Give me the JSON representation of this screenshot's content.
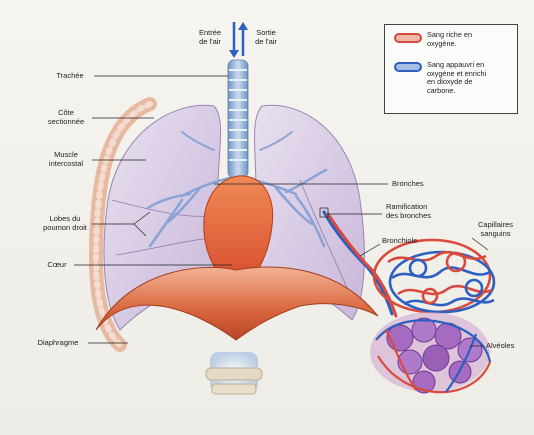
{
  "labels": {
    "entree_air": "Entrée\nde l'air",
    "sortie_air": "Sortie\nde l'air",
    "trachee": "Trachée",
    "cote_sectionnee": "Côte\nsectionnée",
    "muscle_intercostal": "Muscle\nintercostal",
    "lobes_poumon_droit": "Lobes du\npoumon droit",
    "coeur": "Cœur",
    "diaphragme": "Diaphragme",
    "bronches": "Bronches",
    "ramification_bronches": "Ramification\ndes bronches",
    "capillaires_sanguins": "Capillaires\nsanguins",
    "bronchiole": "Bronchiole",
    "alveoles": "Alvéoles"
  },
  "legend": {
    "oxygen_rich": "Sang riche en\noxygène.",
    "oxygen_poor": "Sang appauvri en\noxygène et enrichi\nen dioxyde  de\ncarbone."
  },
  "colors": {
    "oxygen_rich_blood": "#d94a3c",
    "oxygen_poor_blood": "#2c5fbf",
    "lung": "#d9cde6",
    "heart": "#e0602f",
    "diaphragm": "#d9653c",
    "trachea": "#8fb2d6"
  }
}
